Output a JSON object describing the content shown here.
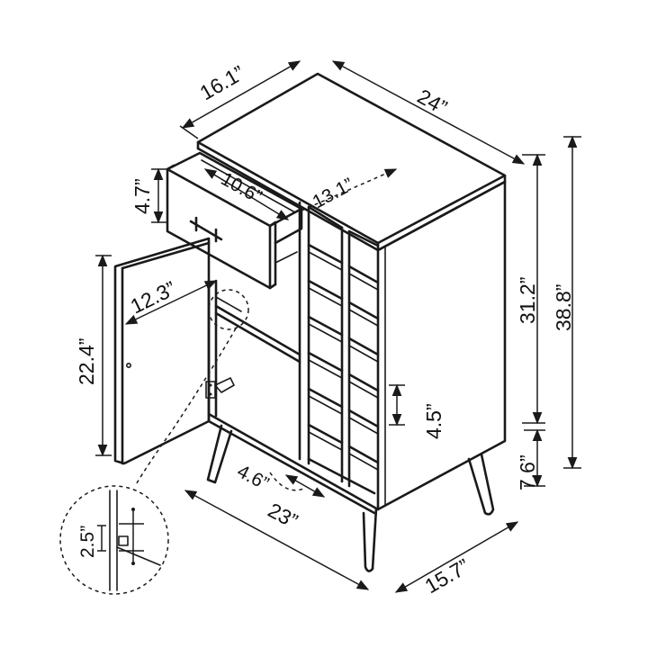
{
  "dimensions": {
    "depth_top": "16.1”",
    "width_top": "24”",
    "drawer_height": "4.7”",
    "drawer_width": "10.6”",
    "shelf_depth": "13.1”",
    "door_width": "12.3”",
    "door_height": "22.4”",
    "body_height": "31.2”",
    "total_height": "38.8”",
    "rack_cell_height": "4.5”",
    "leg_height": "7.6”",
    "leg_angle_spacing": "4.6”",
    "base_width": "23”",
    "base_depth": "15.7”",
    "hinge_offset": "2.5”"
  },
  "colors": {
    "line": "#1a1a1a",
    "background": "#ffffff"
  }
}
